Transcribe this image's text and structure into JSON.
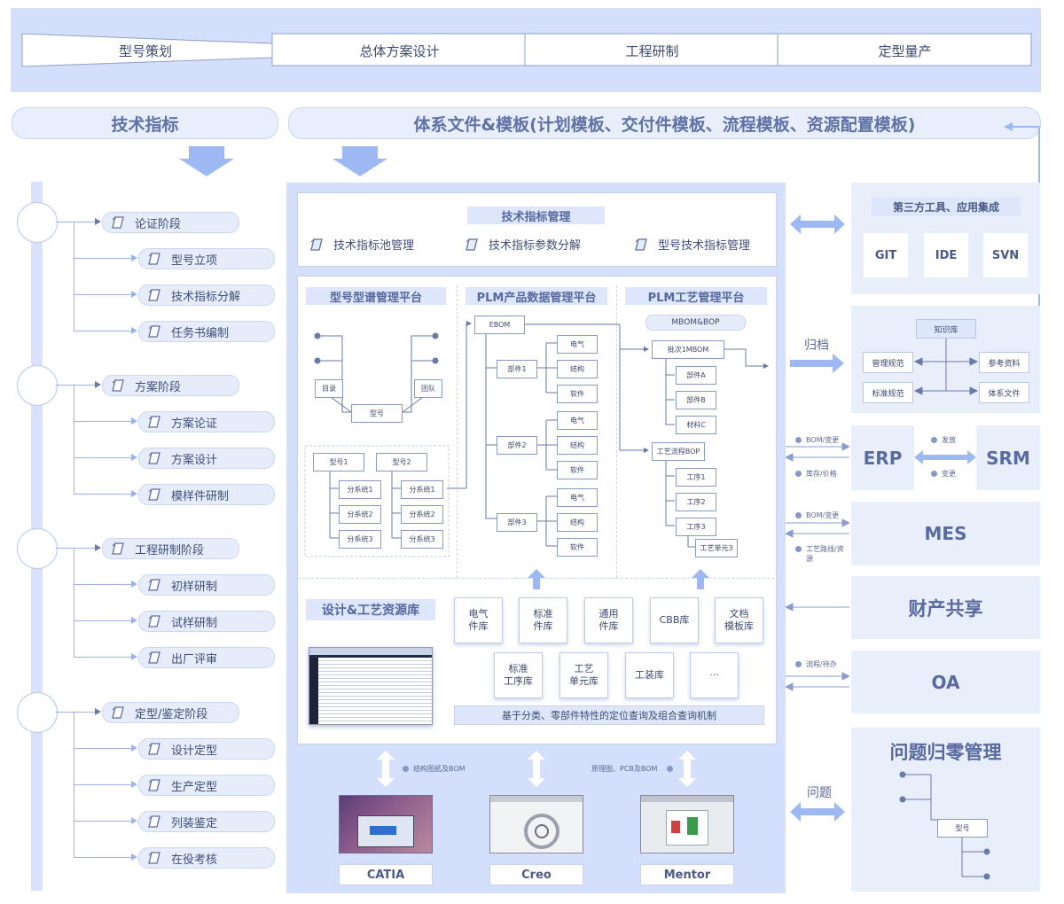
{
  "phases": [
    "型号策划",
    "总体方案设计",
    "工程研制",
    "定型量产"
  ],
  "headers": {
    "tech_indicators": "技术指标",
    "system_docs": "体系文件&模板(计划模板、交付件模板、流程模板、资源配置模板)"
  },
  "stages": [
    {
      "title": "论证阶段",
      "items": [
        "型号立项",
        "技术指标分解",
        "任务书编制"
      ]
    },
    {
      "title": "方案阶段",
      "items": [
        "方案论证",
        "方案设计",
        "模样件研制"
      ]
    },
    {
      "title": "工程研制阶段",
      "items": [
        "初样研制",
        "试样研制",
        "出厂评审"
      ]
    },
    {
      "title": "定型/鉴定阶段",
      "items": [
        "设计定型",
        "生产定型",
        "列装鉴定",
        "在役考核"
      ]
    }
  ],
  "tech_mgmt": {
    "title": "技术指标管理",
    "items": [
      "技术指标池管理",
      "技术指标参数分解",
      "型号技术指标管理"
    ]
  },
  "platforms": {
    "spectrum": {
      "title": "型号型谱管理平台",
      "nodes": {
        "catalog": "目录",
        "team": "团队",
        "model": "型号",
        "model1": "型号1",
        "model2": "型号2",
        "subsystems": [
          "分系统1",
          "分系统2",
          "分系统3"
        ]
      }
    },
    "pdm": {
      "title": "PLM产品数据管理平台",
      "ebom": "EBOM",
      "parts": [
        "部件1",
        "部件2",
        "部件3"
      ],
      "disciplines": [
        "电气",
        "结构",
        "软件"
      ]
    },
    "process": {
      "title": "PLM工艺管理平台",
      "mbom_bop": "MBOM&BOP",
      "batch_mbom": "批次1MBOM",
      "parts": [
        "部件A",
        "部件B",
        "材料C"
      ],
      "bop": "工艺流程BOP",
      "procedures": [
        "工序1",
        "工序2",
        "工序3"
      ],
      "unit": "工艺单元3"
    }
  },
  "resource_lib": {
    "title": "设计&工艺资源库",
    "row1": [
      "电气\n件库",
      "标准\n件库",
      "通用\n件库",
      "CBB库",
      "文档\n模板库"
    ],
    "row2": [
      "标准\n工序库",
      "工艺\n单元库",
      "工装库",
      "···"
    ],
    "query": "基于分类、零部件特性的定位查询及组合查询机制"
  },
  "tools": {
    "catia": "CATIA",
    "creo": "Creo",
    "mentor": "Mentor",
    "label_struct": "结构图纸及BOM",
    "label_schema": "原理图、PCB及BOM"
  },
  "right": {
    "third_party": {
      "title": "第三方工具、应用集成",
      "items": [
        "GIT",
        "IDE",
        "SVN"
      ]
    },
    "archive": "归档",
    "knowledge": {
      "center": "知识库",
      "items": [
        "管理规范",
        "参考资料",
        "标准规范",
        "体系文件"
      ]
    },
    "erp": "ERP",
    "srm": "SRM",
    "mes": "MES",
    "assets": "财产共享",
    "oa": "OA",
    "issue": {
      "title": "问题归零管理",
      "node": "型号"
    },
    "issue_label": "问题",
    "flows": {
      "erp_out": "BOM/变更",
      "erp_in": "库存/价格",
      "srm_out": "发放",
      "srm_in": "变更",
      "mes_out": "BOM/变更",
      "mes_in": "工艺路线/资源",
      "oa_in": "流程/待办"
    }
  },
  "colors": {
    "accent": "#9db8f3",
    "panel": "#d3dffb",
    "text": "#4a5a85"
  }
}
